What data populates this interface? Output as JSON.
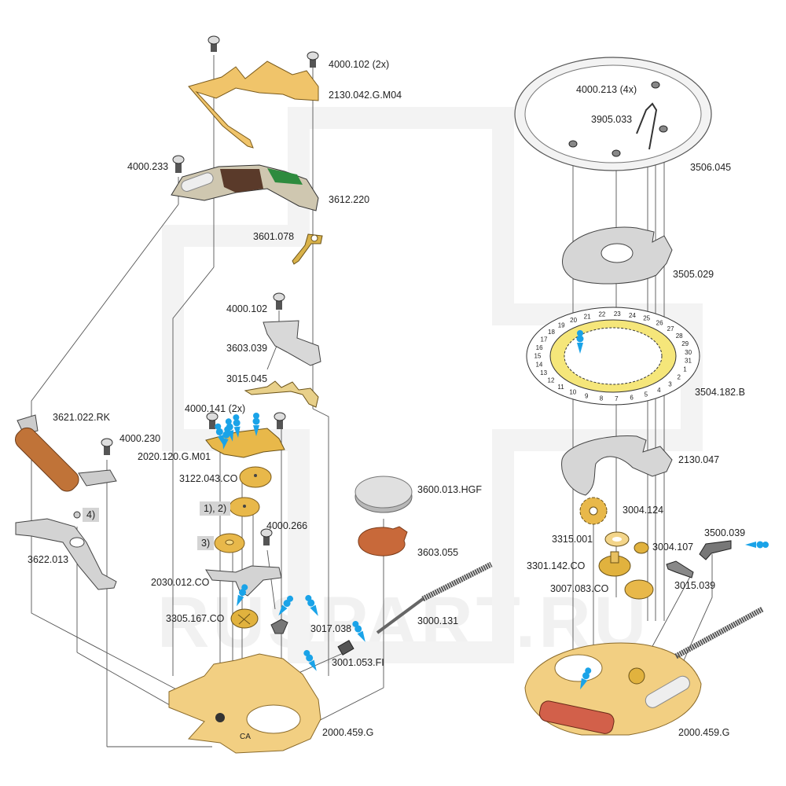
{
  "watermark": "RUSPART.RU",
  "colors": {
    "brass": "#e8b84a",
    "brass_light": "#f3d58a",
    "steel": "#c9c9c9",
    "copper": "#c8693a",
    "pcb_green": "#2e8b3e",
    "oil_marker": "#1aa3e8",
    "date_ring_yellow": "#f5e67a",
    "note_bg": "#d4d4d4"
  },
  "left_assembly": {
    "labels": [
      {
        "id": "bridge-screws",
        "text": "4000.102 (2x)"
      },
      {
        "id": "train-bridge",
        "text": "2130.042.G.M04"
      },
      {
        "id": "circuit-screw",
        "text": "4000.233"
      },
      {
        "id": "circuit-module",
        "text": "3612.220"
      },
      {
        "id": "battery-contact",
        "text": "3601.078"
      },
      {
        "id": "clamp-screw",
        "text": "4000.102"
      },
      {
        "id": "battery-clamp",
        "text": "3603.039"
      },
      {
        "id": "setting-lever-spring",
        "text": "3015.045"
      },
      {
        "id": "wheel-bridge-screws",
        "text": "4000.141 (2x)"
      },
      {
        "id": "coil-screw",
        "text": "4000.230"
      },
      {
        "id": "coil",
        "text": "3621.022.RK"
      },
      {
        "id": "wheel-bridge",
        "text": "2020.120.G.M01"
      },
      {
        "id": "intermediate-wheel",
        "text": "3122.043.CO"
      },
      {
        "id": "rotor-screw",
        "text": "4000.266"
      },
      {
        "id": "stator",
        "text": "3622.013"
      },
      {
        "id": "rotor-bridge",
        "text": "2030.012.CO"
      },
      {
        "id": "centre-wheel",
        "text": "3305.167.CO"
      },
      {
        "id": "setting-lever",
        "text": "3017.038"
      },
      {
        "id": "battery",
        "text": "3600.013.HGF"
      },
      {
        "id": "insulator",
        "text": "3603.055"
      },
      {
        "id": "stem",
        "text": "3000.131"
      },
      {
        "id": "clutch-wheel",
        "text": "3001.053.FI"
      },
      {
        "id": "main-plate",
        "text": "2000.459.G"
      }
    ],
    "notes": [
      {
        "id": "note-12",
        "text": "1), 2)"
      },
      {
        "id": "note-3",
        "text": "3)"
      },
      {
        "id": "note-4",
        "text": "4)"
      }
    ],
    "plate_marking": "CA"
  },
  "right_assembly": {
    "labels": [
      {
        "id": "ring-screws",
        "text": "4000.213 (4x)"
      },
      {
        "id": "date-spring",
        "text": "3905.033"
      },
      {
        "id": "casing-ring",
        "text": "3506.045"
      },
      {
        "id": "date-plate",
        "text": "3505.029"
      },
      {
        "id": "date-disc",
        "text": "3504.182.B"
      },
      {
        "id": "date-bridge",
        "text": "2130.047"
      },
      {
        "id": "date-driving-wheel",
        "text": "3004.124"
      },
      {
        "id": "washer",
        "text": "3315.001"
      },
      {
        "id": "setting-wheel",
        "text": "3004.107"
      },
      {
        "id": "yoke",
        "text": "3500.039"
      },
      {
        "id": "hour-wheel",
        "text": "3301.142.CO"
      },
      {
        "id": "yoke-spring",
        "text": "3015.039"
      },
      {
        "id": "minute-wheel",
        "text": "3007.083.CO"
      },
      {
        "id": "main-plate-dial-side",
        "text": "2000.459.G"
      }
    ],
    "date_disc_numbers": [
      "21",
      "22",
      "23",
      "24",
      "25",
      "26",
      "27",
      "28",
      "29",
      "30",
      "31",
      "1",
      "2",
      "3",
      "4",
      "5",
      "6",
      "7",
      "8",
      "9",
      "10",
      "11",
      "12",
      "13",
      "14",
      "15",
      "16",
      "17",
      "18",
      "19",
      "20"
    ]
  }
}
